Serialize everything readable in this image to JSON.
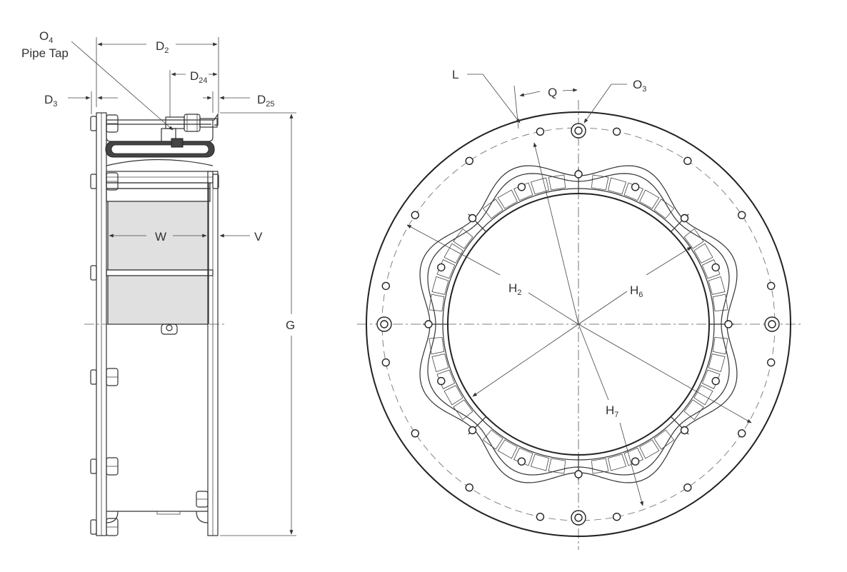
{
  "labels": {
    "o4": "O",
    "o4_sub": "4",
    "pipe_tap": "Pipe Tap",
    "d2": "D",
    "d2_sub": "2",
    "d24": "D",
    "d24_sub": "24",
    "d3": "D",
    "d3_sub": "3",
    "d25": "D",
    "d25_sub": "25",
    "w": "W",
    "v": "V",
    "g": "G",
    "l": "L",
    "q": "Q",
    "o3": "O",
    "o3_sub": "3",
    "h2": "H",
    "h2_sub": "2",
    "h6": "H",
    "h6_sub": "6",
    "h7": "H",
    "h7_sub": "7"
  },
  "colors": {
    "line": "#333333",
    "friction_shade": "#e0e0e0"
  }
}
